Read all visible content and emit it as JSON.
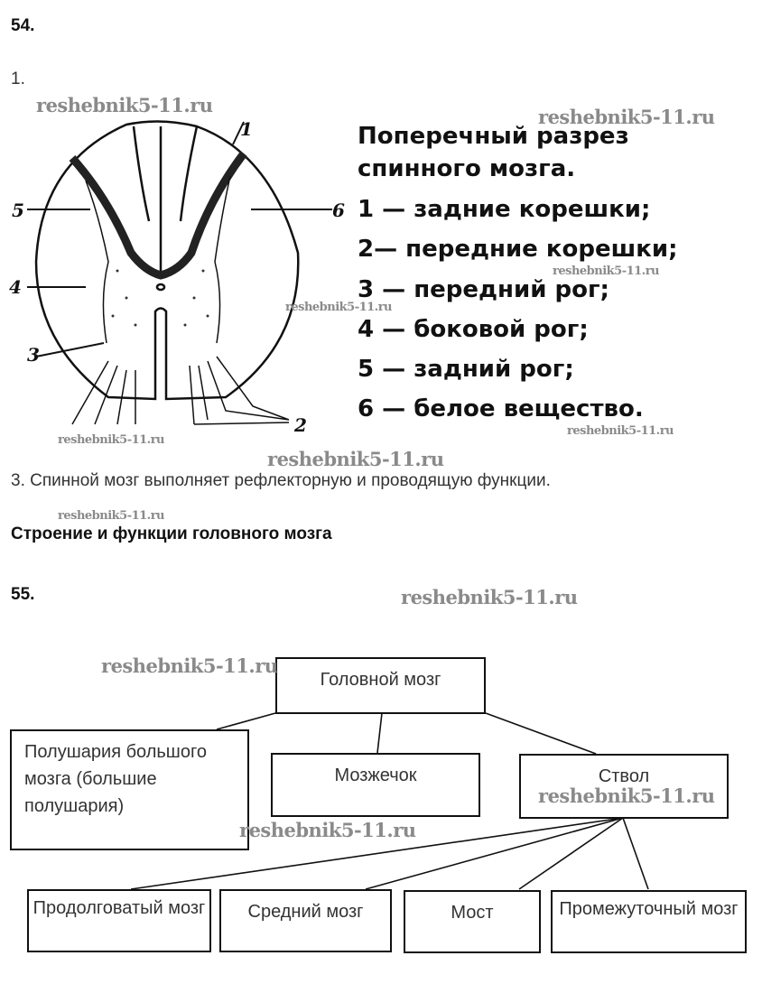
{
  "task54": {
    "number": "54.",
    "item1": "1.",
    "legend": [
      "Поперечный разрез",
      "спинного  мозга.",
      "1 — задние корешки;",
      "2— передние корешки;",
      "3 — передний рог;",
      "4 — боковой  рог;",
      "5 — задний  рог;",
      "6 — белое  вещество."
    ],
    "figure_labels": [
      "1",
      "2",
      "3",
      "4",
      "5",
      "6"
    ],
    "item3": "3. Спинной мозг выполняет рефлекторную и проводящую функции."
  },
  "section_heading": "Строение и функции головного мозга",
  "task55": {
    "number": "55.",
    "root": "Головной мозг",
    "level1": [
      "Полушария большого мозга (большие полушария)",
      "Мозжечок",
      "Ствол"
    ],
    "level2": [
      "Продолговатый мозг",
      "Средний мозг",
      "Мост",
      "Промежуточный мозг"
    ]
  },
  "watermark": "reshebnik5-11.ru"
}
